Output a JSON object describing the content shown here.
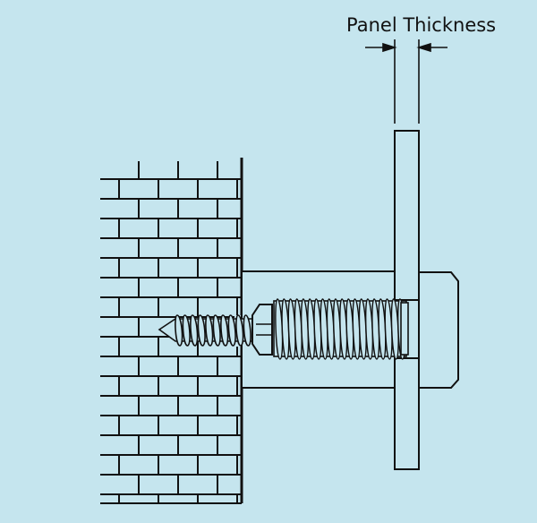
{
  "dimension": {
    "label": "Panel Thickness"
  },
  "colors": {
    "background": "#c5e5ee",
    "line": "#111111"
  },
  "parts": [
    "brick-wall",
    "wood-screw",
    "standoff-barrel",
    "threaded-stud",
    "glass-panel",
    "cap-head"
  ]
}
